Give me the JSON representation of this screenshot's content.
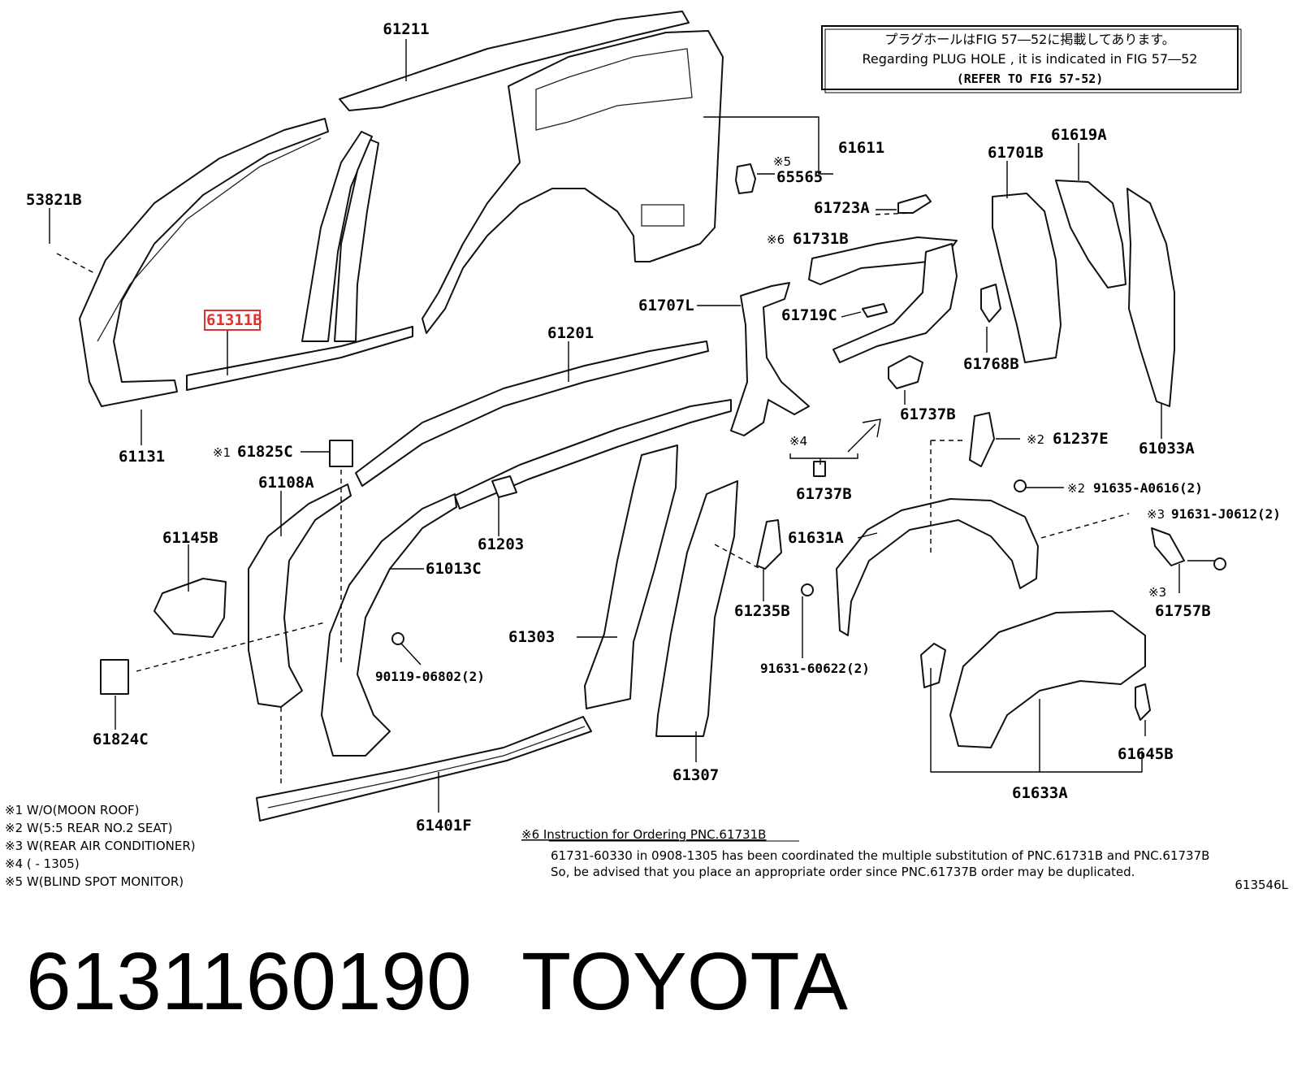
{
  "notice": {
    "line_jp": "プラグホールはFIG 57―52に掲載してあります。",
    "line_en": "Regarding PLUG HOLE , it is indicated in FIG 57―52",
    "line_ref": "(REFER TO FIG 57-52)"
  },
  "part_labels": {
    "p61211": "61211",
    "p53821b": "53821B",
    "p61311b": "61311B",
    "p61131": "61131",
    "p61611": "61611",
    "p65565": "65565",
    "p65565_mark": "※5",
    "p61723a": "61723A",
    "p61731b": "61731B",
    "p61731b_mark": "※6",
    "p61719c": "61719C",
    "p61707l": "61707L",
    "p61201": "61201",
    "p61701b": "61701B",
    "p61619a": "61619A",
    "p61768b": "61768B",
    "p61737b_top": "61737B",
    "p61033a": "61033A",
    "p61825c": "61825C",
    "p61825c_mark": "※1",
    "p61108a": "61108A",
    "p61145b": "61145B",
    "p61203": "61203",
    "p61013c": "61013C",
    "p61303": "61303",
    "p90119": "90119-06802(2)",
    "p61824c": "61824C",
    "p61401f": "61401F",
    "p61307": "61307",
    "p61235b": "61235B",
    "p91631_60622": "91631-60622(2)",
    "p61631a": "61631A",
    "p61737b_low": "61737B",
    "p61737b_low_mark": "※4",
    "p61237e": "61237E",
    "p61237e_mark": "※2",
    "p91635": "91635-A0616(2)",
    "p91635_mark": "※2",
    "p91631_j0612": "91631-J0612(2)",
    "p91631_j0612_mark": "※3",
    "p61757b": "61757B",
    "p61757b_mark": "※3",
    "p61633a": "61633A",
    "p61645b": "61645B"
  },
  "footnotes": [
    "※1  W/O(MOON ROOF)",
    "※2  W(5:5 REAR NO.2 SEAT)",
    "※3  W(REAR AIR CONDITIONER)",
    "※4  (      - 1305)",
    "※5  W(BLIND SPOT MONITOR)"
  ],
  "instruction": {
    "title": "※6 Instruction for Ordering PNC.61731B",
    "line1": "61731-60330 in 0908-1305 has been coordinated the multiple substitution of PNC.61731B and PNC.61737B",
    "line2": "So, be advised that you place an appropriate order since PNC.61737B order may be duplicated."
  },
  "figure_code": "613546L",
  "part_number_caption": "6131160190",
  "brand_caption": "TOYOTA",
  "highlight_color": "#e03030"
}
